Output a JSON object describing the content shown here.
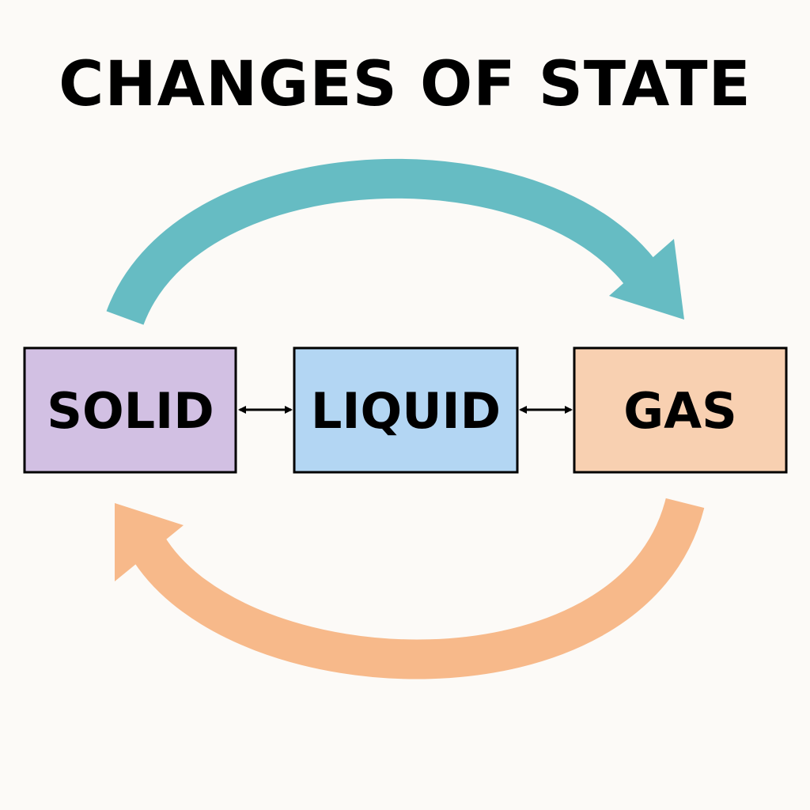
{
  "title": "CHANGES OF STATE",
  "states": [
    {
      "id": "solid",
      "label": "SOLID",
      "color": "#d2c0e3"
    },
    {
      "id": "liquid",
      "label": "LIQUID",
      "color": "#b3d6f3"
    },
    {
      "id": "gas",
      "label": "GAS",
      "color": "#f8d0b1"
    }
  ],
  "arrows": {
    "top_color": "#66bcc3",
    "bottom_color": "#f7b98a",
    "connector_color": "#000000"
  }
}
